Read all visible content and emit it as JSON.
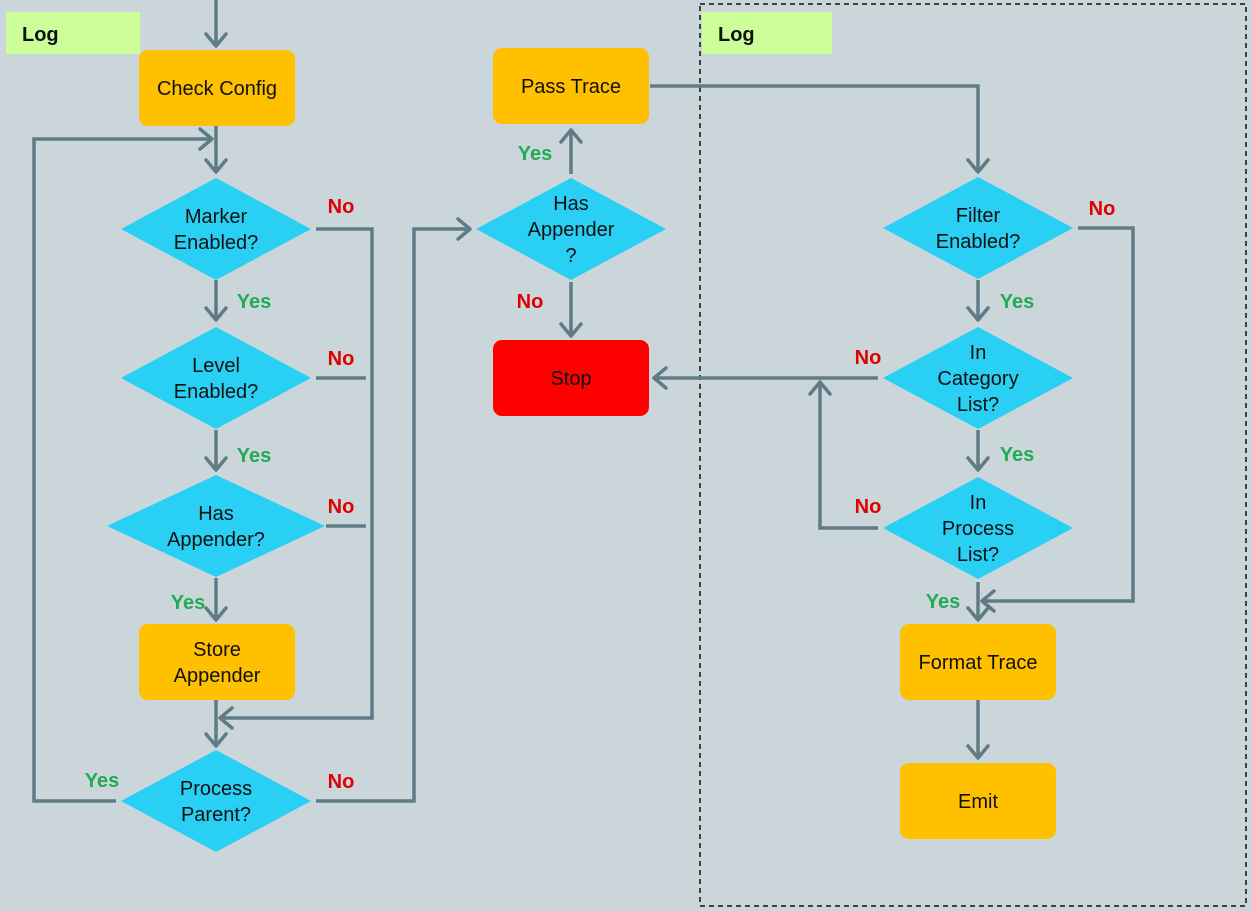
{
  "colors": {
    "background": "#cbd6db",
    "process": "#ffc000",
    "decision": "#29d0f4",
    "stop": "#ff0000",
    "log_label": "#ccff99",
    "connector": "#5f7b86",
    "yes": "#22aa55",
    "no": "#e00000"
  },
  "sections": {
    "left_label": "Log",
    "right_label": "Log"
  },
  "nodes": {
    "check_config": [
      "Check Config"
    ],
    "marker_enabled": [
      "Marker",
      "Enabled?"
    ],
    "level_enabled": [
      "Level",
      "Enabled?"
    ],
    "has_appender_left": [
      "Has",
      "Appender?"
    ],
    "store_appender": [
      "Store",
      "Appender"
    ],
    "process_parent": [
      "Process",
      "Parent?"
    ],
    "has_appender_mid": [
      "Has",
      "Appender",
      "?"
    ],
    "pass_trace": [
      "Pass Trace"
    ],
    "stop": [
      "Stop"
    ],
    "filter_enabled": [
      "Filter",
      "Enabled?"
    ],
    "in_category_list": [
      "In",
      "Category",
      "List?"
    ],
    "in_process_list": [
      "In",
      "Process",
      "List?"
    ],
    "format_trace": [
      "Format Trace"
    ],
    "emit": [
      "Emit"
    ]
  },
  "edge_labels": {
    "marker_no": "No",
    "marker_yes": "Yes",
    "level_no": "No",
    "level_yes": "Yes",
    "has_appender_left_no": "No",
    "has_appender_left_yes": "Yes",
    "process_parent_yes": "Yes",
    "process_parent_no": "No",
    "has_appender_mid_yes": "Yes",
    "has_appender_mid_no": "No",
    "filter_no": "No",
    "filter_yes": "Yes",
    "category_no": "No",
    "category_yes": "Yes",
    "process_list_no": "No",
    "process_list_yes": "Yes"
  }
}
